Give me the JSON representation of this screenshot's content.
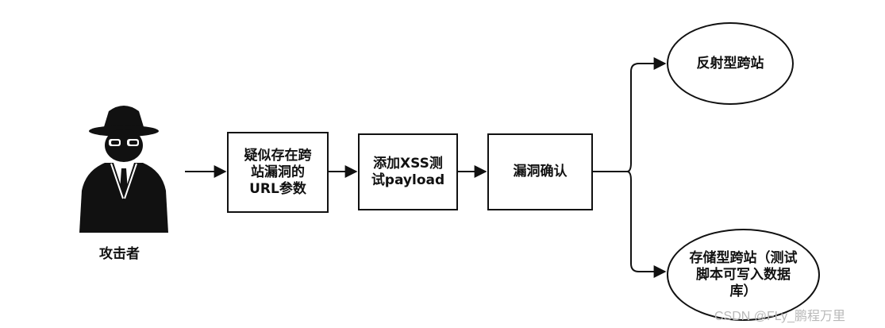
{
  "attacker": {
    "label": "攻击者",
    "icon": "attacker-icon"
  },
  "steps": [
    {
      "id": "suspect",
      "text": "疑似存在跨\n站漏洞的\nURL参数"
    },
    {
      "id": "test",
      "text": "添加XSS测\n试payload"
    },
    {
      "id": "confirm",
      "text": "漏洞确认"
    }
  ],
  "outcomes": [
    {
      "id": "reflected",
      "text": "反射型跨站"
    },
    {
      "id": "stored",
      "text": "存储型跨站（测试\n脚本可写入数据\n库）"
    }
  ],
  "watermark": "CSDN @FLy_鹏程万里",
  "colors": {
    "stroke": "#111111",
    "background": "#ffffff",
    "watermark": "#b8b8b8"
  }
}
